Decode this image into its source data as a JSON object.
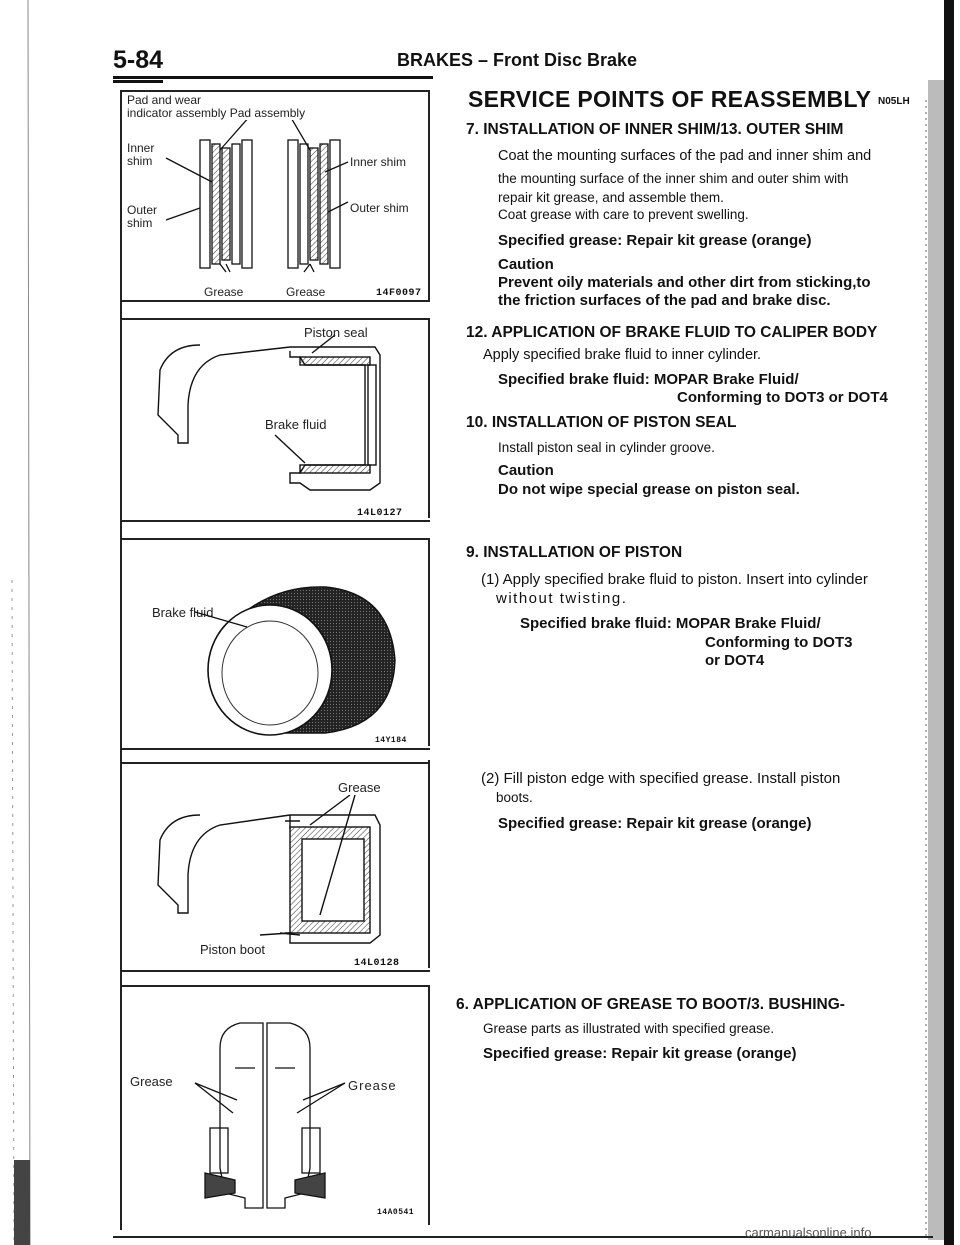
{
  "header": {
    "page_number": "5-84",
    "title": "BRAKES – Front Disc Brake"
  },
  "figures": {
    "fig1": {
      "top_label_1": "Pad and wear",
      "top_label_2": "indicator assembly  Pad assembly",
      "inner_shim_left_1": "Inner",
      "inner_shim_left_2": "shim",
      "outer_shim_left_1": "Outer",
      "outer_shim_left_2": "shim",
      "inner_shim_right": "Inner shim",
      "outer_shim_right": "Outer shim",
      "grease_left": "Grease",
      "grease_right": "Grease",
      "code": "14F0097"
    },
    "fig2": {
      "label_seal": "Piston seal",
      "label_fluid": "Brake fluid",
      "code": "14L0127"
    },
    "fig3": {
      "label_fluid": "Brake fluid",
      "code": "14Y184"
    },
    "fig4": {
      "label_grease": "Grease",
      "label_boot": "Piston boot",
      "code": "14L0128"
    },
    "fig5": {
      "label_grease_left": "Grease",
      "label_grease_right": "Grease",
      "code": "14A0541"
    }
  },
  "text": {
    "section_title": "SERVICE POINTS OF REASSEMBLY",
    "section_code": "N05LH",
    "s7_title": "7. INSTALLATION OF INNER SHIM/13. OUTER SHIM",
    "s7_l1": "Coat the mounting surfaces of the pad and inner shim and",
    "s7_l2": "the mounting surface of the inner shim and outer shim with",
    "s7_l3": "repair kit grease, and assemble them.",
    "s7_l4": "Coat grease with care to prevent swelling.",
    "s7_spec": "Specified grease: Repair kit grease (orange)",
    "s7_caution": "Caution",
    "s7_c1": "Prevent oily materials and other dirt from sticking,to",
    "s7_c2": "the friction surfaces of the pad and brake disc.",
    "s12_title": "12. APPLICATION OF BRAKE FLUID TO CALIPER BODY",
    "s12_l1": "Apply specified brake fluid to inner cylinder.",
    "s12_spec1": "Specified brake fluid: MOPAR Brake Fluid/",
    "s12_spec2": "Conforming to DOT3 or DOT4",
    "s10_title": "10. INSTALLATION OF PISTON SEAL",
    "s10_l1": "Install piston seal in cylinder groove.",
    "s10_caution": "Caution",
    "s10_c1": "Do not wipe special grease on piston seal.",
    "s9_title": "9. INSTALLATION OF PISTON",
    "s9_l1": "(1) Apply specified brake fluid to piston. Insert into cylinder",
    "s9_l2": "without twisting.",
    "s9_spec1": "Specified brake fluid: MOPAR Brake Fluid/",
    "s9_spec2": "Conforming to DOT3",
    "s9_spec3": "or DOT4",
    "s9_l3": "(2) Fill piston edge with specified grease. Install piston",
    "s9_l4": "boots.",
    "s9_spec4": "Specified grease: Repair kit grease (orange)",
    "s6_title": "6. APPLICATION OF GREASE TO BOOT/3. BUSHING-",
    "s6_l1": "Grease parts as illustrated with specified grease.",
    "s6_spec": "Specified grease: Repair kit grease (orange)"
  },
  "footer": {
    "watermark": "carmanualsonline.info"
  }
}
